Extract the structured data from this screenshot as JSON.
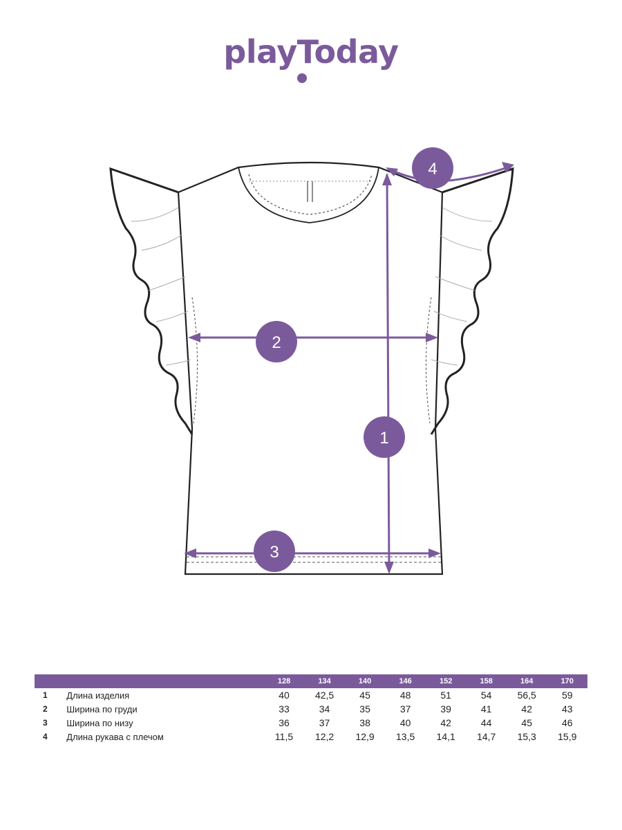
{
  "brand": {
    "name": "playToday",
    "color": "#7b5a9c"
  },
  "diagram": {
    "markers": [
      {
        "id": 1,
        "label": "1"
      },
      {
        "id": 2,
        "label": "2"
      },
      {
        "id": 3,
        "label": "3"
      },
      {
        "id": 4,
        "label": "4"
      }
    ],
    "line_color": "#222222"
  },
  "size_table": {
    "sizes": [
      "128",
      "134",
      "140",
      "146",
      "152",
      "158",
      "164",
      "170"
    ],
    "rows": [
      {
        "num": "1",
        "label": "Длина изделия",
        "values": [
          "40",
          "42,5",
          "45",
          "48",
          "51",
          "54",
          "56,5",
          "59"
        ]
      },
      {
        "num": "2",
        "label": "Ширина по груди",
        "values": [
          "33",
          "34",
          "35",
          "37",
          "39",
          "41",
          "42",
          "43"
        ]
      },
      {
        "num": "3",
        "label": "Ширина по низу",
        "values": [
          "36",
          "37",
          "38",
          "40",
          "42",
          "44",
          "45",
          "46"
        ]
      },
      {
        "num": "4",
        "label": "Длина рукава с плечом",
        "values": [
          "11,5",
          "12,2",
          "12,9",
          "13,5",
          "14,1",
          "14,7",
          "15,3",
          "15,9"
        ]
      }
    ]
  }
}
